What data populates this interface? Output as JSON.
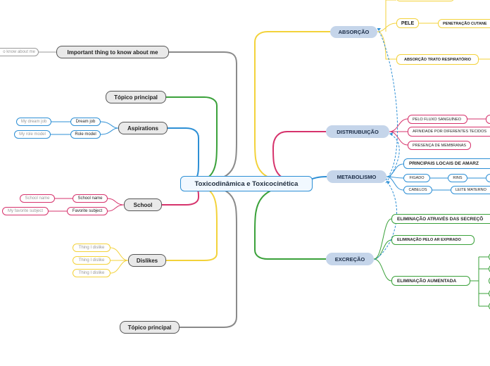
{
  "central": {
    "label": "Toxicodinâmica e Toxicocinética"
  },
  "left": {
    "important": {
      "label": "Important thing to know about me",
      "child": "o know about me"
    },
    "topico_top": {
      "label": "Tópico principal"
    },
    "aspirations": {
      "label": "Aspirations",
      "dream_job": "Dream job",
      "dream_job_value": "My dream job",
      "role_model": "Role model",
      "role_model_value": "My role model"
    },
    "school": {
      "label": "School",
      "school_name": "School name",
      "school_name_value": "School name",
      "favorite_subject": "Favorite subject",
      "favorite_subject_value": "My favorite subject"
    },
    "dislikes": {
      "label": "Dislikes",
      "items": [
        "Thing I dislike",
        "Thing I dislike",
        "Thing I dislike"
      ]
    },
    "topico_bottom": {
      "label": "Tópico principal"
    }
  },
  "right": {
    "absorcao": {
      "label": "ABSORÇÃO",
      "pele": "PELE",
      "penetracao": "PENETRAÇÃO CUTANE",
      "trato": "ABSORÇÃO TRATO RESPIRATÓRIO"
    },
    "distribuicao": {
      "label": "DISTRIUBUIÇÃO",
      "fluxo": "PELO FLUXO SANGUÍNEO",
      "afinidade": "AFINIDADE POR DIFERENTES TECIDOS",
      "membranas": "PRESENÇA DE MEMBRANAS"
    },
    "metabolismo": {
      "label": "METABOLISMO",
      "locais": "PRINCIPAIS LOCAIS DE AMARZ",
      "figado": "FIGADO",
      "rins": "RINS",
      "cabelos": "CABELOS",
      "leite": "LEITE MATERNO"
    },
    "excrecao": {
      "label": "EXCREÇÃO",
      "secrecoes": "ELIMINAÇÃO ATRAVÉS DAS SECREÇÕ",
      "ar": "ELIMINAÇÃO PELO AR EXPIRADO",
      "aumentada": "ELIMINAÇÃO AUMENTADA"
    }
  },
  "colors": {
    "yellow": "#f3d23a",
    "green": "#3aa13a",
    "blue": "#2d8fd5",
    "red": "#d6336c",
    "gray": "#8a8a8a",
    "teal": "#2aa6a6"
  }
}
